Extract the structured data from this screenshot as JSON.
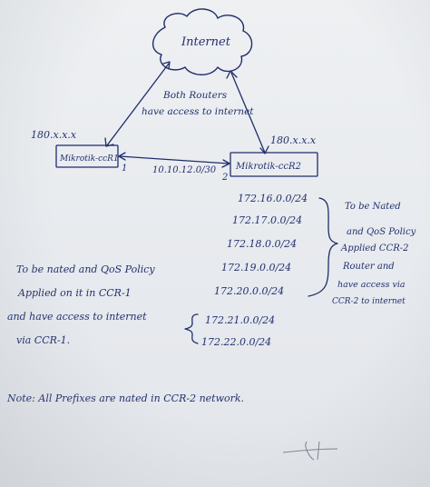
{
  "cloud_label": "Internet",
  "note_access": [
    "Both Routers",
    "have access to internet"
  ],
  "router_left": {
    "name": "Mikrotik-ccR1",
    "wan": "180.x.x.x",
    "port": "1"
  },
  "router_right": {
    "name": "Mikrotik-ccR2",
    "wan": "180.x.x.x",
    "port": "2"
  },
  "link_subnet": "10.10.12.0/30",
  "ccr2_prefixes": [
    "172.16.0.0/24",
    "172.17.0.0/24",
    "172.18.0.0/24",
    "172.19.0.0/24",
    "172.20.0.0/24"
  ],
  "ccr2_note": [
    "To be Nated",
    "and QoS Policy",
    "Applied CCR-2",
    "Router and",
    "have access via",
    "CCR-2 to internet"
  ],
  "ccr1_note": [
    "To be nated and QoS Policy",
    "Applied on it in CCR-1",
    "and have access to internet",
    "via CCR-1."
  ],
  "ccr1_prefixes": [
    "172.21.0.0/24",
    "172.22.0.0/24"
  ],
  "footer_note": "Note: All Prefixes are nated in CCR-2 network."
}
